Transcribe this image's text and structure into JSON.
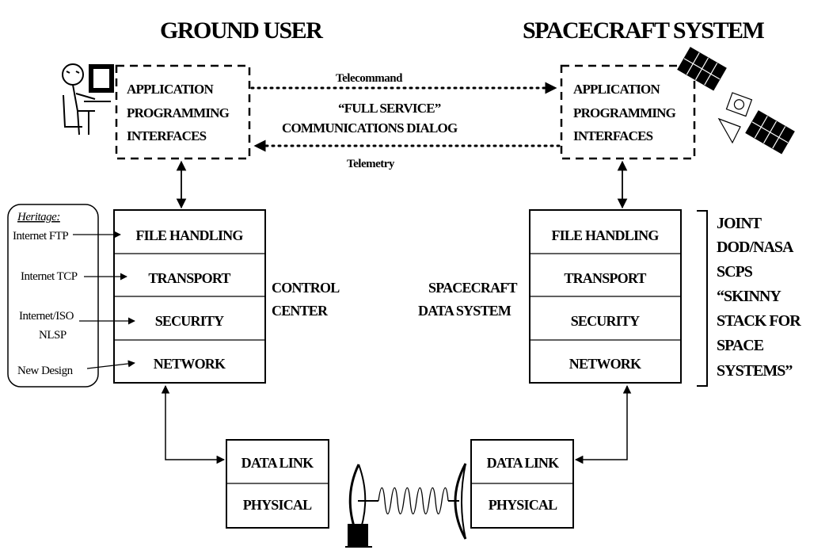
{
  "titles": {
    "ground_user": "GROUND USER",
    "spacecraft_system": "SPACECRAFT SYSTEM"
  },
  "api_box_left": [
    "APPLICATION",
    "PROGRAMMING",
    "INTERFACES"
  ],
  "api_box_right": [
    "APPLICATION",
    "PROGRAMMING",
    "INTERFACES"
  ],
  "dialog": {
    "telecommand": "Telecommand",
    "line1": "“FULL SERVICE”",
    "line2": "COMMUNICATIONS DIALOG",
    "telemetry": "Telemetry"
  },
  "heritage": {
    "title": "Heritage:",
    "items": [
      "Internet FTP",
      "Internet TCP",
      "Internet/ISO",
      "NLSP",
      "New Design"
    ]
  },
  "stack_left": [
    "FILE HANDLING",
    "TRANSPORT",
    "SECURITY",
    "NETWORK"
  ],
  "stack_right": [
    "FILE HANDLING",
    "TRANSPORT",
    "SECURITY",
    "NETWORK"
  ],
  "control_center": [
    "CONTROL",
    "CENTER"
  ],
  "spacecraft_data_system": [
    "SPACECRAFT",
    "DATA SYSTEM"
  ],
  "joint": [
    "JOINT",
    "DOD/NASA",
    "SCPS",
    "“SKINNY",
    "STACK FOR",
    "SPACE",
    "SYSTEMS”"
  ],
  "link_left": [
    "DATA LINK",
    "PHYSICAL"
  ],
  "link_right": [
    "DATA LINK",
    "PHYSICAL"
  ],
  "icons": [
    "user-at-computer-icon",
    "satellite-icon",
    "ground-antenna-icon",
    "space-antenna-icon"
  ]
}
